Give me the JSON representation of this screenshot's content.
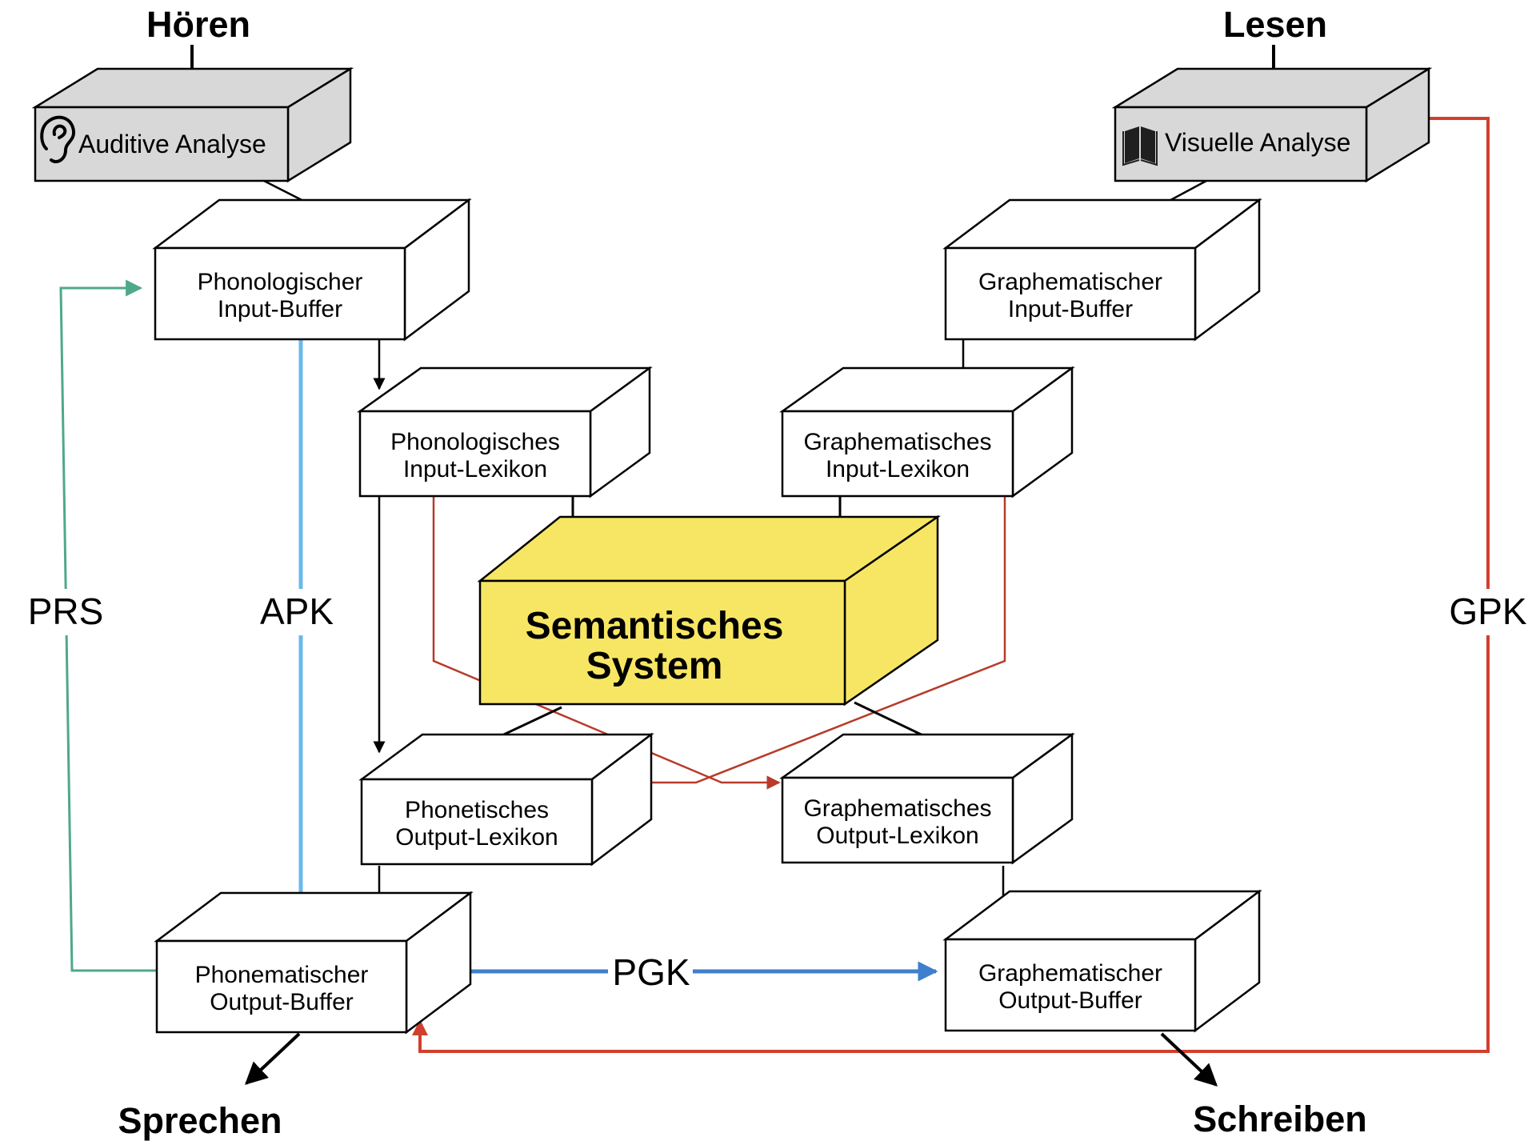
{
  "inputs": {
    "hearing": "Hören",
    "reading": "Lesen"
  },
  "outputs": {
    "speaking": "Sprechen",
    "writing": "Schreiben"
  },
  "boxes": {
    "auditory_analysis": {
      "label": "Auditive Analyse",
      "icon": "ear-icon",
      "color": "#d8d8d8"
    },
    "visual_analysis": {
      "label": "Visuelle Analyse",
      "icon": "book-icon",
      "color": "#d8d8d8"
    },
    "phon_input_buffer": {
      "line1": "Phonologischer",
      "line2": "Input-Buffer"
    },
    "graph_input_buffer": {
      "line1": "Graphematischer",
      "line2": "Input-Buffer"
    },
    "phon_input_lexicon": {
      "line1": "Phonologisches",
      "line2": "Input-Lexikon"
    },
    "graph_input_lexicon": {
      "line1": "Graphematisches",
      "line2": "Input-Lexikon"
    },
    "semantic_system": {
      "line1": "Semantisches",
      "line2": "System",
      "color": "#f7e663"
    },
    "phonetic_output_lexicon": {
      "line1": "Phonetisches",
      "line2": "Output-Lexikon"
    },
    "graph_output_lexicon": {
      "line1": "Graphematisches",
      "line2": "Output-Lexikon"
    },
    "phonem_output_buffer": {
      "line1": "Phonematischer",
      "line2": "Output-Buffer"
    },
    "graph_output_buffer": {
      "line1": "Graphematischer",
      "line2": "Output-Buffer"
    }
  },
  "routes": {
    "prs": {
      "label": "PRS",
      "color": "#4fa88a"
    },
    "apk": {
      "label": "APK",
      "color": "#6cb8ea"
    },
    "gpk": {
      "label": "GPK",
      "color": "#d0402e"
    },
    "pgk": {
      "label": "PGK",
      "color": "#3f7fcc"
    }
  },
  "colors": {
    "standard_arrow": "#000000",
    "cross_arrow": "#b83a2a"
  }
}
